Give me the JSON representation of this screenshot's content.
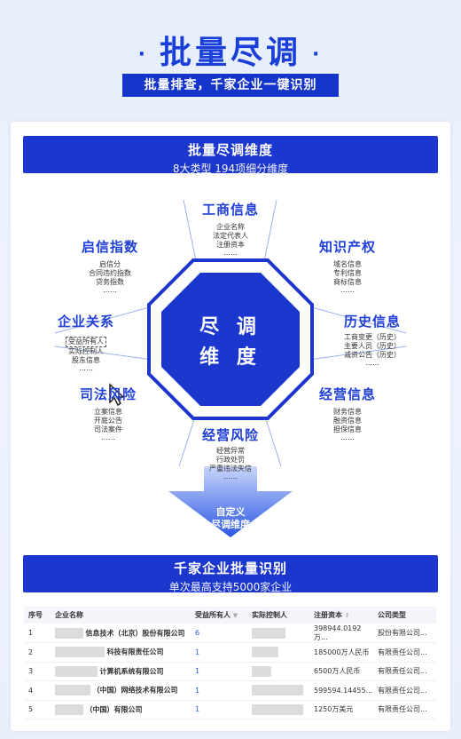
{
  "hero": {
    "dot": "·",
    "title": "批量尽调",
    "subtitle": "批量排查，千家企业一键识别"
  },
  "banner_dimension": {
    "title": "批量尽调维度",
    "subtitle": "8大类型 194项细分维度"
  },
  "center": {
    "line1": "尽 调",
    "line2": "维 度"
  },
  "categories": {
    "gongshang": {
      "title": "工商信息",
      "items": [
        "企业名称",
        "法定代表人",
        "注册资本"
      ],
      "more": "……"
    },
    "qixin": {
      "title": "启信指数",
      "items": [
        "启信分",
        "合同违约指数",
        "贷务指数"
      ],
      "more": "……"
    },
    "zhishi": {
      "title": "知识产权",
      "items": [
        "域名信息",
        "专利信息",
        "商标信息"
      ],
      "more": "……"
    },
    "guanxi": {
      "title": "企业关系",
      "items": [
        "受益所有人",
        "实际控制人",
        "股东信息"
      ],
      "more": "……"
    },
    "lishi": {
      "title": "历史信息",
      "items": [
        "工商变更（历史）",
        "主要人员（历史）",
        "减资公告（历史）"
      ],
      "more": "……"
    },
    "sifa": {
      "title": "司法风险",
      "items": [
        "立案信息",
        "开庭公告",
        "司法案件"
      ],
      "more": "……"
    },
    "jingying": {
      "title": "经营信息",
      "items": [
        "财务信息",
        "融资信息",
        "担保信息"
      ],
      "more": "……"
    },
    "fengxian": {
      "title": "经营风险",
      "items": [
        "经营异常",
        "行政处罚",
        "严重违法失信"
      ],
      "more": "……"
    }
  },
  "arrow": {
    "line1": "自定义",
    "line2": "尽调维度"
  },
  "banner_batch": {
    "title": "千家企业批量识别",
    "subtitle": "单次最高支持5000家企业"
  },
  "table": {
    "headers": [
      "序号",
      "企业名称",
      "受益所有人",
      "实际控制人",
      "注册资本",
      "公司类型"
    ],
    "rows": [
      {
        "no": "1",
        "name": "信息技术（北京）股份有限公司",
        "owner": "6",
        "capital": "398944.0192万...",
        "type": "股份有限公司..."
      },
      {
        "no": "2",
        "name": "科技有限责任公司",
        "owner": "1",
        "capital": "185000万人民币",
        "type": "有限责任公司..."
      },
      {
        "no": "3",
        "name": "计算机系统有限公司",
        "owner": "1",
        "capital": "6500万人民币",
        "type": "有限责任公司..."
      },
      {
        "no": "4",
        "name": "（中国）网络技术有限公司",
        "owner": "1",
        "capital": "599594.14455...",
        "type": "有限责任公司..."
      },
      {
        "no": "5",
        "name": "（中国）有限公司",
        "owner": "1",
        "capital": "1250万美元",
        "type": "有限责任公司..."
      }
    ]
  },
  "colors": {
    "primary": "#1c37ce",
    "accent_text": "#1f3fd6",
    "link": "#2c5bd8"
  }
}
